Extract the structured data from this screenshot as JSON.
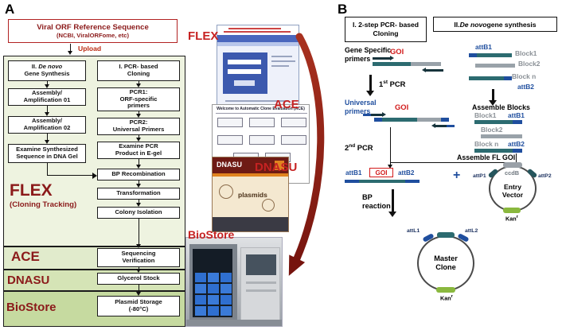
{
  "panel_a": {
    "label": "A",
    "ref_title": "Viral ORF Reference Sequence",
    "ref_subtitle": "(NCBI, ViralORFome, etc)",
    "upload": "Upload",
    "denovo_header": {
      "prefix": "II. ",
      "italic": "De novo",
      "line2": "Gene Synthesis"
    },
    "denovo_steps": [
      "Assembly/\nAmplification 01",
      "Assembly/\nAmplification 02",
      "Examine Synthesized\nSequence in DNA Gel"
    ],
    "pcr_header": "I. PCR- based\nCloning",
    "pcr_steps": [
      "PCR1:\nORF-specific\nprimers",
      "PCR2:\nUniversal Primers",
      "Examine PCR\nProduct in E-gel"
    ],
    "shared_steps": [
      "BP Recombination",
      "Transformation",
      "Colony Isolation"
    ],
    "flex": "FLEX",
    "flex_sub": "(Cloning Tracking)",
    "ace": "ACE",
    "ace_step": "Sequencing\nVerification",
    "dnasu": "DNASU",
    "dnasu_step": "Glycerol Stock",
    "biostore": "BioStore",
    "biostore_step": "Plasmid Storage\n(-80°C)"
  },
  "middle": {
    "flex": "FLEX",
    "ace": "ACE",
    "dnasu": "DNASU",
    "biostore": "BioStore",
    "ace_page_title": "Welcome to Automatic Clone Evaluation (ACE)",
    "dnasu_logo": "DNASU",
    "dnasu_plasmids": "plasmids"
  },
  "panel_b": {
    "label": "B",
    "left_header": "I. 2-step PCR- based\nCloning",
    "right_header": {
      "prefix": "II. ",
      "italic": "De novo",
      "suffix": " gene synthesis"
    },
    "gene_specific": "Gene Specific\nprimers",
    "goi": "GOI",
    "pcr1": {
      "n": "1",
      "sup": "st",
      "rest": " PCR"
    },
    "universal": "Universal\nprimers",
    "pcr2": {
      "n": "2",
      "sup": "nd",
      "rest": " PCR"
    },
    "attb1": "attB1",
    "attb2": "attB2",
    "block1": "Block1",
    "block2": "Block2",
    "blockn": "Block n",
    "assemble_blocks": "Assemble Blocks",
    "assemble_fl": "Assemble FL GOI",
    "plus": "+",
    "ccdb": "ccdB",
    "attp1": "attP1",
    "attp2": "attP2",
    "entry_vector": "Entry\nVector",
    "kan": {
      "base": "Kan",
      "sup": "r"
    },
    "bp_reaction": "BP\nreaction",
    "attl1": "attL1",
    "attl2": "attL2",
    "master_clone": "Master\nClone"
  },
  "colors": {
    "dark_red": "#8b1a1a",
    "bright_red": "#c62222",
    "blue": "#1f4e9e",
    "teal": "#2c6b70",
    "gray": "#99a2a9",
    "green": "#8ab83e"
  }
}
